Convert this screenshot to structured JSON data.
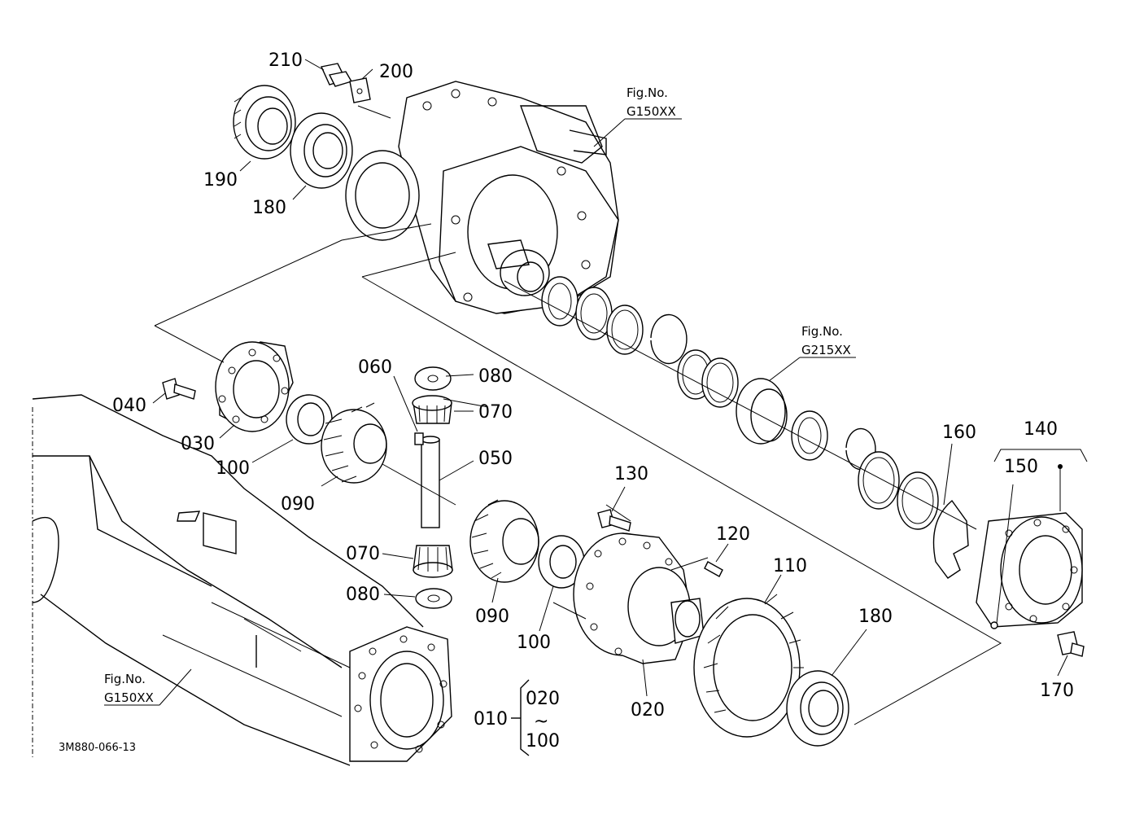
{
  "diagram": {
    "drawing_code": "3M880-066-13",
    "fig_refs": [
      {
        "line1": "Fig.No.",
        "line2": "G150XX"
      },
      {
        "line1": "Fig.No.",
        "line2": "G215XX"
      },
      {
        "line1": "Fig.No.",
        "line2": "G150XX"
      }
    ],
    "parts": [
      "210",
      "200",
      "190",
      "180",
      "040",
      "030",
      "100",
      "090",
      "060",
      "080",
      "070",
      "050",
      "070",
      "080",
      "090",
      "100",
      "130",
      "120",
      "110",
      "180",
      "020",
      "160",
      "140",
      "150",
      "170",
      "010"
    ],
    "assembly": {
      "label": "010",
      "range_from": "020",
      "range_sep": "~",
      "range_to": "100"
    }
  }
}
